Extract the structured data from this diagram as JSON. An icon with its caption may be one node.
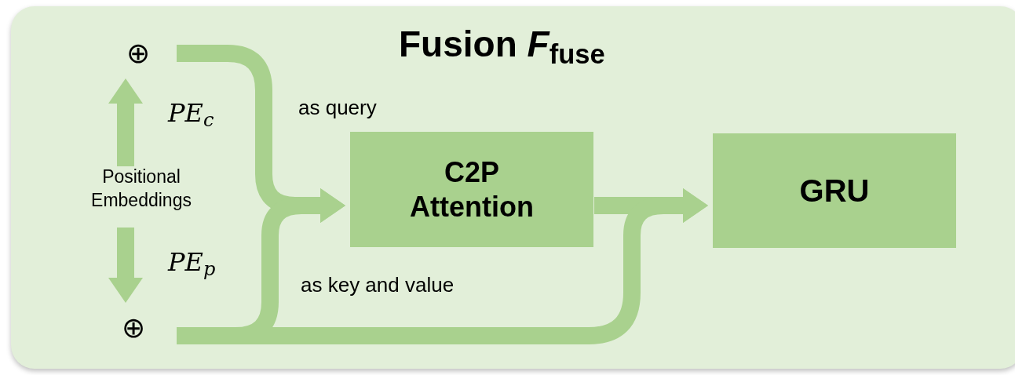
{
  "diagram": {
    "title": "Fusion *F*$_{fuse}$",
    "nodes": [
      {
        "text": [
          "⊕"
        ]
      },
      {
        "text": [
          "Positional Embeddings"
        ]
      },
      {
        "text": [
          "⊕"
        ]
      },
      {
        "text": [
          "C2P Attention"
        ]
      },
      {
        "text": [
          "GRU"
        ]
      }
    ],
    "edges": [
      {
        "from": 1,
        "to": 0,
        "arrow": "to",
        "label": "PE$_{c}$"
      },
      {
        "from": 1,
        "to": 2,
        "arrow": "to",
        "label": "PE$_{p}$"
      },
      {
        "from": 0,
        "to": 3,
        "arrow": "to",
        "label": "as query"
      },
      {
        "from": 2,
        "to": 3,
        "arrow": "to",
        "label": "as key and value"
      },
      {
        "from": 3,
        "to": 4,
        "arrow": "to"
      },
      {
        "from": 2,
        "to": 4,
        "arrow": "to"
      }
    ]
  }
}
